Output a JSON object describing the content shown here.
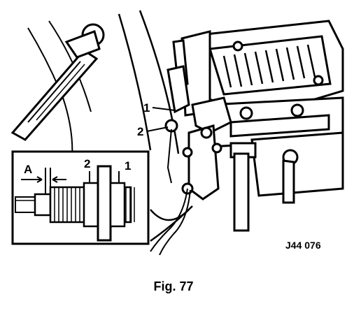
{
  "figure": {
    "caption": "Fig. 77",
    "reference_code": "J44 076",
    "callouts": {
      "main_1": "1",
      "main_2": "2",
      "inset_a": "A",
      "inset_2": "2",
      "inset_1": "1"
    }
  }
}
